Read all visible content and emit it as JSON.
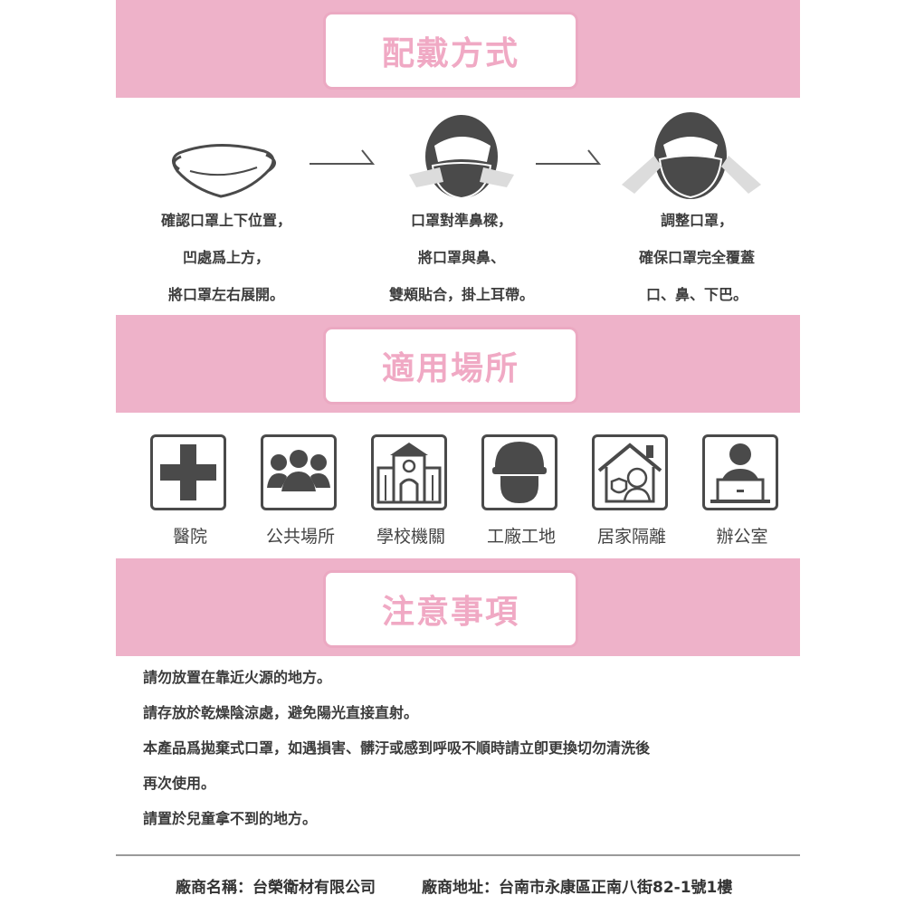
{
  "sections": {
    "wearing": "配戴方式",
    "venues": "適用場所",
    "notes": "注意事項"
  },
  "steps": [
    {
      "lines": [
        "確認口罩上下位置，",
        "凹處爲上方，",
        "將口罩左右展開。"
      ]
    },
    {
      "lines": [
        "口罩對準鼻樑，",
        "將口罩與鼻、",
        "雙頰貼合，掛上耳帶。"
      ]
    },
    {
      "lines": [
        "調整口罩，",
        "確保口罩完全覆蓋",
        "口、鼻、下巴。"
      ]
    }
  ],
  "venues": [
    {
      "label": "醫院",
      "icon": "hospital-cross-icon"
    },
    {
      "label": "公共場所",
      "icon": "people-group-icon"
    },
    {
      "label": "學校機關",
      "icon": "school-building-icon"
    },
    {
      "label": "工廠工地",
      "icon": "hard-hat-worker-icon"
    },
    {
      "label": "居家隔離",
      "icon": "home-elderly-icon"
    },
    {
      "label": "辦公室",
      "icon": "office-worker-icon"
    }
  ],
  "notes": [
    "請勿放置在靠近火源的地方。",
    "請存放於乾燥陰涼處，避免陽光直接直射。",
    "本產品爲拋棄式口罩，如遇損害、髒汙或感到呼吸不順時請立卽更換切勿清洗後",
    "再次使用。",
    "請置於兒童拿不到的地方。"
  ],
  "footer": {
    "maker": "廠商名稱：台榮衛材有限公司",
    "address": "廠商地址：台南市永康區正南八街82-1號1樓"
  },
  "colors": {
    "band": "#eeb2c9",
    "title_text": "#f0a9c4",
    "icon": "#4a4a4a"
  }
}
